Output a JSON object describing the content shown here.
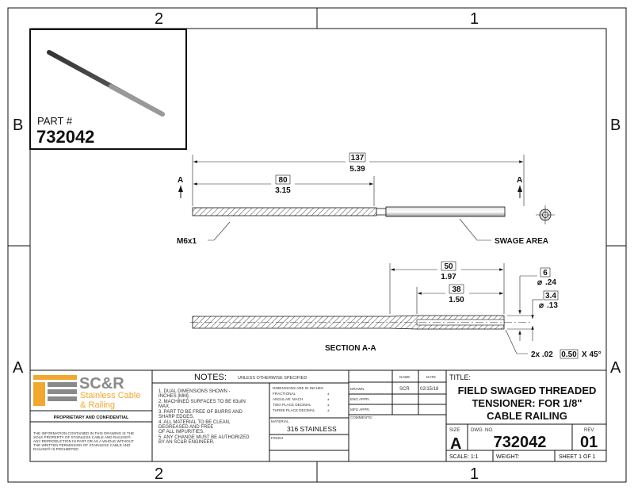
{
  "zones": {
    "top": [
      "2",
      "1"
    ],
    "bottom": [
      "2",
      "1"
    ],
    "left": [
      "B",
      "A"
    ],
    "right": [
      "B",
      "A"
    ]
  },
  "part_box": {
    "label": "PART #",
    "number": "732042"
  },
  "views": {
    "main": {
      "overall_mm": "137",
      "overall_in": "5.39",
      "thread_mm": "80",
      "thread_in": "3.15",
      "thread_label": "M6x1",
      "swage_label": "SWAGE AREA",
      "section_marker": "A"
    },
    "section": {
      "title": "SECTION A-A",
      "bore_mm": "50",
      "bore_in": "1.97",
      "inner_mm": "38",
      "inner_in": "1.50",
      "od_mm": "6",
      "od_in": ".24",
      "id_mm": "3.4",
      "id_in": ".13",
      "diameter_symbol": "⌀",
      "chamfer": "2x .02",
      "chamfer_mm": "0.50",
      "chamfer_angle": "X 45°"
    }
  },
  "logo": {
    "mark": "SC&R",
    "line1": "Stainless Cable",
    "line2": "& Railing",
    "orange": "#f0a830",
    "gray": "#8a8a8a"
  },
  "proprietary": {
    "heading": "PROPRIETARY AND CONFIDENTIAL",
    "lines": [
      "THE INFORMATION CONTAINED IN THIS DRAWING IS THE",
      "SOLE PROPERTY OF STAINLESS CABLE AND RAILING®.",
      "ANY REPRODUCTION IN PART OR AS A WHOLE WITHOUT",
      "THE WRITTEN PERMISSION OF STAINLESS CABLE AND",
      "RAILING® IS PROHIBITED."
    ]
  },
  "notes": {
    "heading": "NOTES:",
    "subheading": "UNLESS OTHERWISE SPECIFIED",
    "lines": [
      "1. DUAL DIMENSIONS SHOWN -",
      "INCHES [MM].",
      "2. MACHINED SURFACES TO BE 63uIN",
      "MAX.",
      "3. PART TO BE FREE OF BURRS AND",
      "SHARP EDGES.",
      "4. ALL MATERIAL TO BE CLEAN,",
      "DEGREASED AND FREE",
      "OF ALL IMPURITIES.",
      "5. ANY CHANGE MUST BE AUTHORIZED",
      "BY AN SC&R ENGINEER."
    ]
  },
  "tolerances": {
    "heading": "DIMENSIONS ARE IN INCHES",
    "rows": [
      "FRACTIONAL",
      "ANGULAR: MACH",
      "TWO PLACE DECIMAL",
      "THREE PLACE DECIMAL"
    ],
    "pm": "±"
  },
  "material": {
    "label": "MATERIAL",
    "value": "316 STAINLESS"
  },
  "finish": {
    "label": "FINISH"
  },
  "approvals": {
    "name_header": "NAME",
    "date_header": "DATE",
    "drawn": "DRAWN",
    "drawn_name": "SCR",
    "drawn_date": "02/15/18",
    "eng": "ENG APPR.",
    "mfg": "MFG APPR.",
    "comments": "COMMENTS:"
  },
  "title_block": {
    "title_label": "TITLE:",
    "title_lines": [
      "FIELD SWAGED THREADED",
      "TENSIONER: FOR 1/8\"",
      "CABLE RAILING"
    ],
    "size_label": "SIZE",
    "size": "A",
    "dwg_label": "DWG.  NO.",
    "dwg_no": "732042",
    "rev_label": "REV",
    "rev": "01",
    "scale": "SCALE: 1:1",
    "weight": "WEIGHT:",
    "sheet": "SHEET 1 OF 1"
  }
}
